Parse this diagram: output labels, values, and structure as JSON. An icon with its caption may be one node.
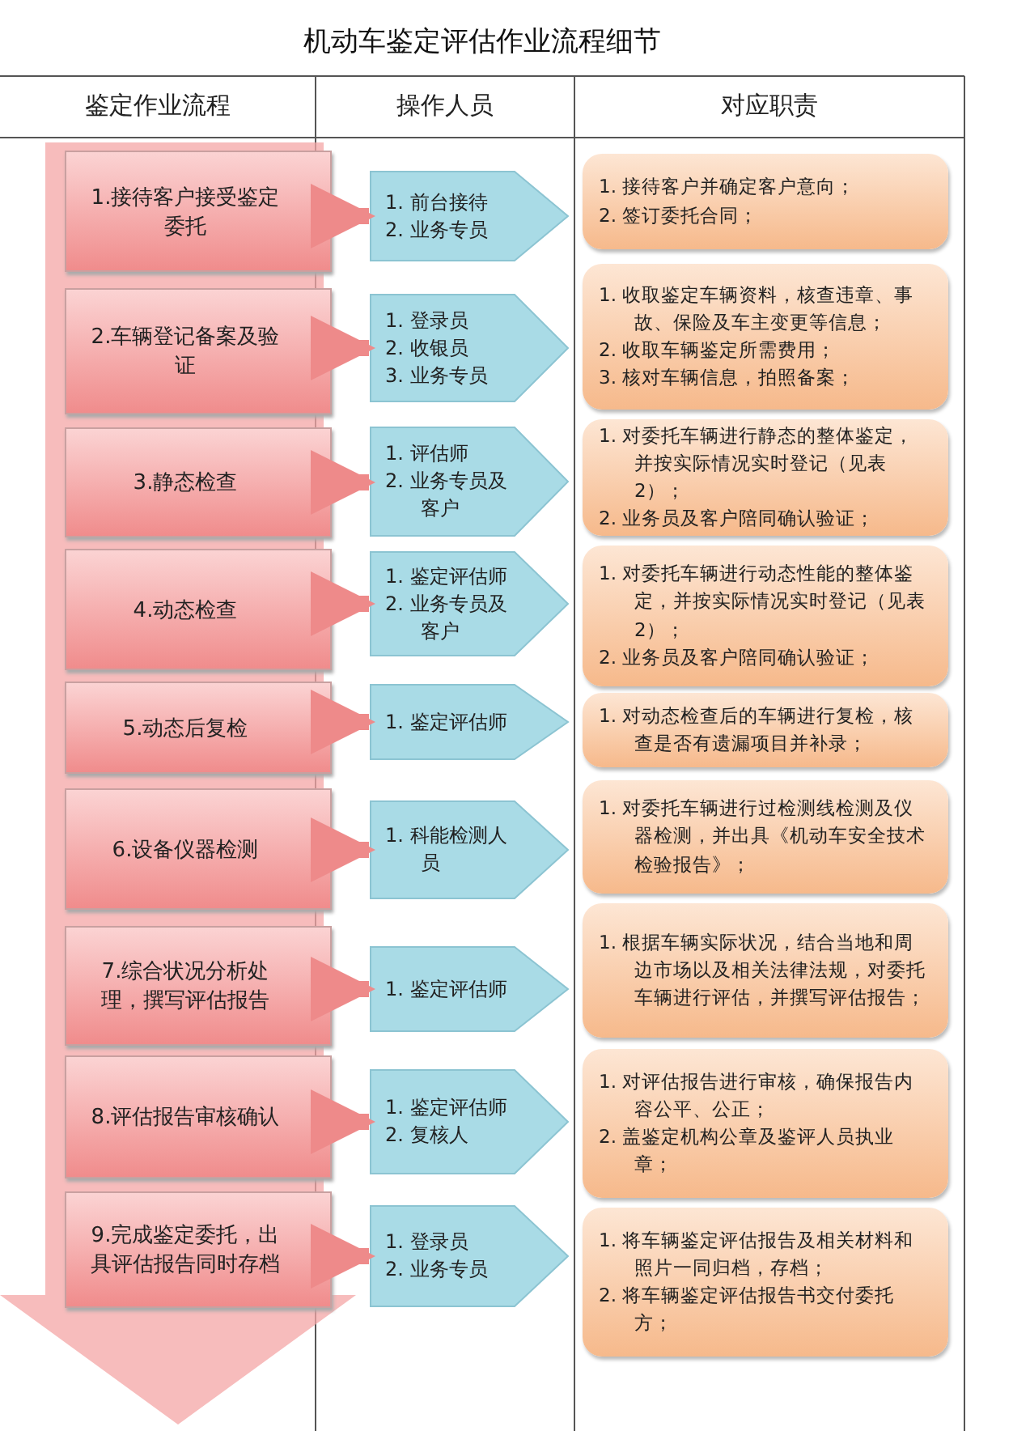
{
  "diagram": {
    "title": "机动车鉴定评估作业流程细节",
    "nodes": [
      {
        "text": [
          "1.接待客户接受鉴定委托"
        ]
      },
      {
        "text": [
          "1. 前台接待",
          "2. 业务专员"
        ]
      },
      {
        "text": [
          "1. 接待客户并确定客户意向；",
          "2. 签订委托合同；"
        ]
      },
      {
        "text": [
          "2.车辆登记备案及验证"
        ]
      },
      {
        "text": [
          "1. 登录员",
          "2. 收银员",
          "3. 业务专员"
        ]
      },
      {
        "text": [
          "1. 收取鉴定车辆资料，核查违章、事故、保险及车主变更等信息；",
          "2. 收取车辆鉴定所需费用；",
          "3. 核对车辆信息，拍照备案；"
        ]
      },
      {
        "text": [
          "3.静态检查"
        ]
      },
      {
        "text": [
          "1. 评估师",
          "2. 业务专员及客户"
        ]
      },
      {
        "text": [
          "1. 对委托车辆进行静态的整体鉴定，并按实际情况实时登记（见表 2）；",
          "2. 业务员及客户陪同确认验证；"
        ]
      },
      {
        "text": [
          "4.动态检查"
        ]
      },
      {
        "text": [
          "1. 鉴定评估师",
          "2. 业务专员及客户"
        ]
      },
      {
        "text": [
          "1. 对委托车辆进行动态性能的整体鉴定，并按实际情况实时登记（见表 2）；",
          "2. 业务员及客户陪同确认验证；"
        ]
      },
      {
        "text": [
          "5.动态后复检"
        ]
      },
      {
        "text": [
          "1. 鉴定评估师"
        ]
      },
      {
        "text": [
          "1. 对动态检查后的车辆进行复检，核查是否有遗漏项目并补录；"
        ]
      },
      {
        "text": [
          "6.设备仪器检测"
        ]
      },
      {
        "text": [
          "1. 科能检测人员"
        ]
      },
      {
        "text": [
          "1. 对委托车辆进行过检测线检测及仪器检测，并出具《机动车安全技术检验报告》；"
        ]
      },
      {
        "text": [
          "7.综合状况分析处理，撰写评估报告"
        ]
      },
      {
        "text": [
          "1. 鉴定评估师"
        ]
      },
      {
        "text": [
          "1. 根据车辆实际状况，结合当地和周边市场以及相关法律法规，对委托车辆进行评估，并撰写评估报告；"
        ]
      },
      {
        "text": [
          "8.评估报告审核确认"
        ]
      },
      {
        "text": [
          "1. 鉴定评估师",
          "2. 复核人"
        ]
      },
      {
        "text": [
          "1. 对评估报告进行审核，确保报告内容公平、公正；",
          "2. 盖鉴定机构公章及鉴评人员执业章；"
        ]
      },
      {
        "text": [
          "9.完成鉴定委托，出具评估报告同时存档"
        ]
      },
      {
        "text": [
          "1. 登录员",
          "2. 业务专员"
        ]
      },
      {
        "text": [
          "1. 将车辆鉴定评估报告及相关材料和照片一同归档，存档；",
          "2. 将车辆鉴定评估报告书交付委托方；"
        ]
      }
    ],
    "edges": [
      {
        "from": 0,
        "to": 1,
        "arrow": "to"
      },
      {
        "from": 3,
        "to": 4,
        "arrow": "to"
      },
      {
        "from": 6,
        "to": 7,
        "arrow": "to"
      },
      {
        "from": 9,
        "to": 10,
        "arrow": "to"
      },
      {
        "from": 12,
        "to": 13,
        "arrow": "to"
      },
      {
        "from": 15,
        "to": 16,
        "arrow": "to"
      },
      {
        "from": 18,
        "to": 19,
        "arrow": "to"
      },
      {
        "from": 21,
        "to": 22,
        "arrow": "to"
      },
      {
        "from": 24,
        "to": 25,
        "arrow": "to"
      }
    ],
    "labels": [
      "鉴定作业流程",
      "操作人员",
      "对应职责"
    ]
  }
}
